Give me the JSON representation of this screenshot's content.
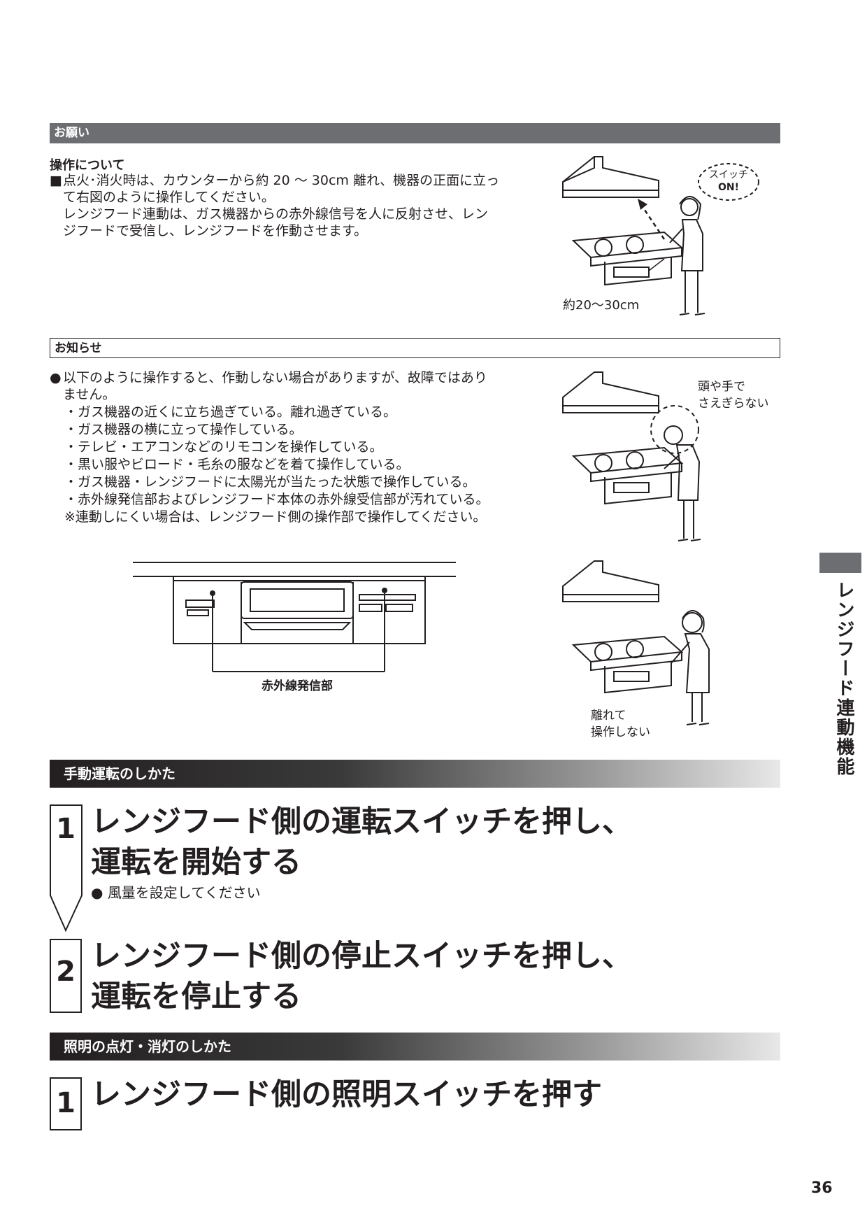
{
  "notice": {
    "header": "お願い",
    "subheading": "操作について",
    "marker": "■",
    "lines": [
      "点火･消火時は、カウンターから約 20 ～ 30cm 離れ、機器の正面に立っ",
      "て右図のように操作してください。",
      "レンジフード連動は、ガス機器からの赤外線信号を人に反射させ、レン",
      "ジフードで受信し、レンジフードを作動させます。"
    ],
    "illustration": {
      "bubble_line1": "スイッチ",
      "bubble_line2": "ON!",
      "distance_label": "約20～30cm"
    }
  },
  "info": {
    "header": "お知らせ",
    "intro_line1": "以下のように操作すると、作動しない場合がありますが、故障ではあり",
    "intro_line2": "ません。",
    "items": [
      "ガス機器の近くに立ち過ぎている。離れ過ぎている。",
      "ガス機器の横に立って操作している。",
      "テレビ・エアコンなどのリモコンを操作している。",
      "黒い服やビロード・毛糸の服などを着て操作している。",
      "ガス機器・レンジフードに太陽光が当たった状態で操作している。",
      "赤外線発信部およびレンジフード本体の赤外線受信部が汚れている。"
    ],
    "note": "※連動しにくい場合は、レンジフード側の操作部で操作してください。",
    "illustration_1": {
      "label_line1": "頭や手で",
      "label_line2": "さえぎらない"
    },
    "illustration_2": {
      "label_line1": "離れて",
      "label_line2": "操作しない"
    },
    "front_panel_label": "赤外線発信部"
  },
  "manual": {
    "header": "手動運転のしかた",
    "steps": [
      {
        "number": "1",
        "title_line1": "レンジフード側の運転スイッチを押し、",
        "title_line2": "運転を開始する",
        "note": "風量を設定してください"
      },
      {
        "number": "2",
        "title_line1": "レンジフード側の停止スイッチを押し、",
        "title_line2": "運転を停止する"
      }
    ]
  },
  "lighting": {
    "header": "照明の点灯・消灯のしかた",
    "steps": [
      {
        "number": "1",
        "title": "レンジフード側の照明スイッチを押す"
      }
    ]
  },
  "side_tab": "レンジフード連動機能",
  "page_number": "36"
}
